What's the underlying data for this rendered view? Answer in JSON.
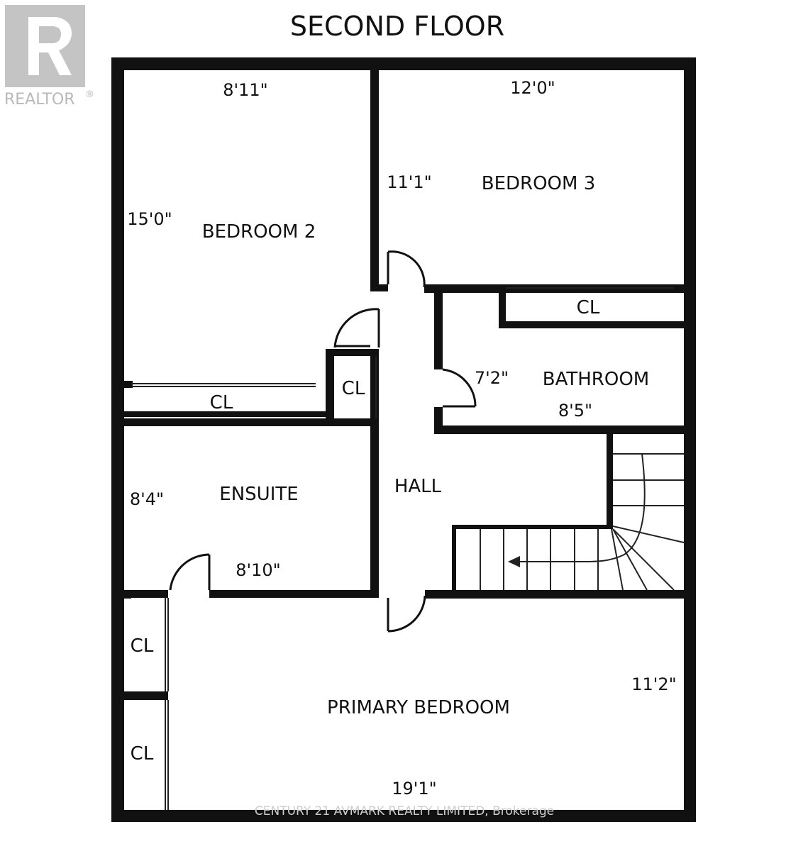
{
  "header": {
    "title": "SECOND FLOOR"
  },
  "logo": {
    "text": "REALTOR",
    "mark": "®",
    "icon": "realtor-r-icon"
  },
  "watermark": {
    "text": "CENTURY 21 AVMARK REALTY LIMITED, Brokerage"
  },
  "rooms": {
    "bedroom2": {
      "label": "BEDROOM 2",
      "width": "8'11\"",
      "length": "15'0\""
    },
    "bedroom3": {
      "label": "BEDROOM 3",
      "width": "12'0\"",
      "length": "11'1\""
    },
    "bathroom": {
      "label": "BATHROOM",
      "width": "8'5\"",
      "length": "7'2\""
    },
    "ensuite": {
      "label": "ENSUITE",
      "width": "8'10\"",
      "length": "8'4\""
    },
    "hall": {
      "label": "HALL"
    },
    "primary": {
      "label": "PRIMARY BEDROOM",
      "width": "19'1\"",
      "length": "11'2\""
    }
  },
  "closets": {
    "cl_bedroom3": "CL",
    "cl_small": "CL",
    "cl_bedroom2": "CL",
    "cl_primary_top": "CL",
    "cl_primary_bottom": "CL"
  },
  "colors": {
    "wall": "#111111",
    "logo": "#b9b9b9",
    "watermark": "#cfcfcf"
  }
}
